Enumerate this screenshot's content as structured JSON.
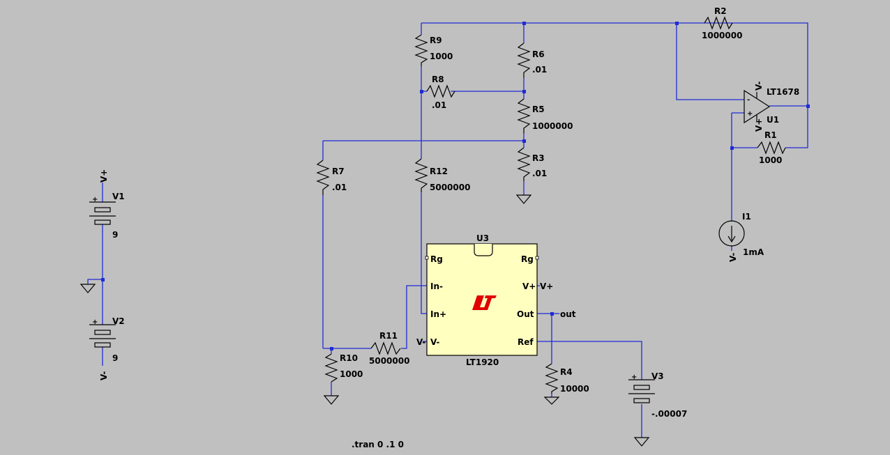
{
  "components": {
    "v1": {
      "name": "V1",
      "value": "9"
    },
    "v2": {
      "name": "V2",
      "value": "9"
    },
    "v3": {
      "name": "V3",
      "value": "-.00007"
    },
    "i1": {
      "name": "I1",
      "value": "1mA"
    },
    "r1": {
      "name": "R1",
      "value": "1000"
    },
    "r2": {
      "name": "R2",
      "value": "1000000"
    },
    "r3": {
      "name": "R3",
      "value": ".01"
    },
    "r4": {
      "name": "R4",
      "value": "10000"
    },
    "r5": {
      "name": "R5",
      "value": "1000000"
    },
    "r6": {
      "name": "R6",
      "value": ".01"
    },
    "r7": {
      "name": "R7",
      "value": ".01"
    },
    "r8": {
      "name": "R8",
      "value": ".01"
    },
    "r9": {
      "name": "R9",
      "value": "1000"
    },
    "r10": {
      "name": "R10",
      "value": "1000"
    },
    "r11": {
      "name": "R11",
      "value": "5000000"
    },
    "r12": {
      "name": "R12",
      "value": "5000000"
    },
    "u1": {
      "name": "U1",
      "part": "LT1678",
      "plus": "+",
      "minus": "-",
      "vplus": "V+",
      "vminus": "V-"
    },
    "u3": {
      "name": "U3",
      "part": "LT1920",
      "pins": {
        "rg_left": "Rg",
        "rg_right": "Rg",
        "in_minus": "In-",
        "in_plus": "In+",
        "v_minus": "V-",
        "v_plus": "V+",
        "out": "Out",
        "ref": "Ref"
      }
    }
  },
  "nets": {
    "vplus": "V+",
    "vminus": "V-",
    "out": "out"
  },
  "polarity_plus": "+",
  "directive": ".tran 0 .1 0",
  "colors": {
    "background": "#c0c0c0",
    "wire": "#1f2bd6",
    "component": "#000000",
    "ic_fill": "#ffffc0",
    "logo": "#e00000"
  }
}
